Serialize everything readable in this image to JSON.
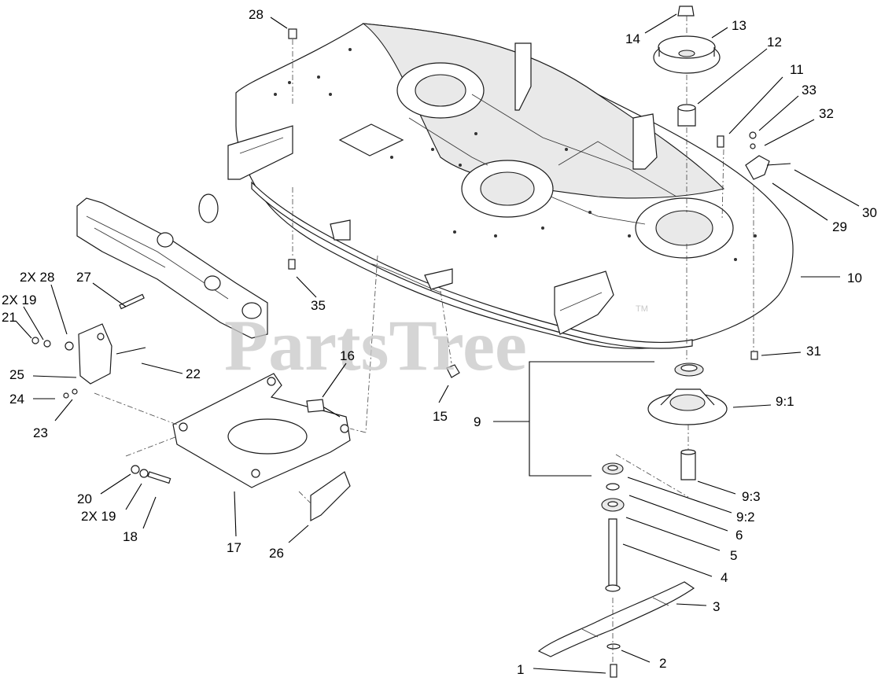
{
  "watermark": {
    "text": "PartsTree",
    "mark": "TM"
  },
  "callouts": [
    {
      "id": "c1",
      "text": "1"
    },
    {
      "id": "c2",
      "text": "2"
    },
    {
      "id": "c3",
      "text": "3"
    },
    {
      "id": "c4",
      "text": "4"
    },
    {
      "id": "c5",
      "text": "5"
    },
    {
      "id": "c6",
      "text": "6"
    },
    {
      "id": "c9_2",
      "text": "9:2"
    },
    {
      "id": "c9_3",
      "text": "9:3"
    },
    {
      "id": "c9",
      "text": "9"
    },
    {
      "id": "c9_1",
      "text": "9:1"
    },
    {
      "id": "c31",
      "text": "31"
    },
    {
      "id": "c10",
      "text": "10"
    },
    {
      "id": "c29",
      "text": "29"
    },
    {
      "id": "c30",
      "text": "30"
    },
    {
      "id": "c32",
      "text": "32"
    },
    {
      "id": "c33",
      "text": "33"
    },
    {
      "id": "c11",
      "text": "11"
    },
    {
      "id": "c12",
      "text": "12"
    },
    {
      "id": "c13",
      "text": "13"
    },
    {
      "id": "c14",
      "text": "14"
    },
    {
      "id": "c28",
      "text": "28"
    },
    {
      "id": "c35",
      "text": "35"
    },
    {
      "id": "c15",
      "text": "15"
    },
    {
      "id": "c16",
      "text": "16"
    },
    {
      "id": "c17",
      "text": "17"
    },
    {
      "id": "c26",
      "text": "26"
    },
    {
      "id": "c18",
      "text": "18"
    },
    {
      "id": "c2x19b",
      "text": "2X 19"
    },
    {
      "id": "c20",
      "text": "20"
    },
    {
      "id": "c22",
      "text": "22"
    },
    {
      "id": "c27",
      "text": "27"
    },
    {
      "id": "c2x28",
      "text": "2X 28"
    },
    {
      "id": "c2x19a",
      "text": "2X 19"
    },
    {
      "id": "c21",
      "text": "21"
    },
    {
      "id": "c25",
      "text": "25"
    },
    {
      "id": "c24",
      "text": "24"
    },
    {
      "id": "c23",
      "text": "23"
    }
  ]
}
